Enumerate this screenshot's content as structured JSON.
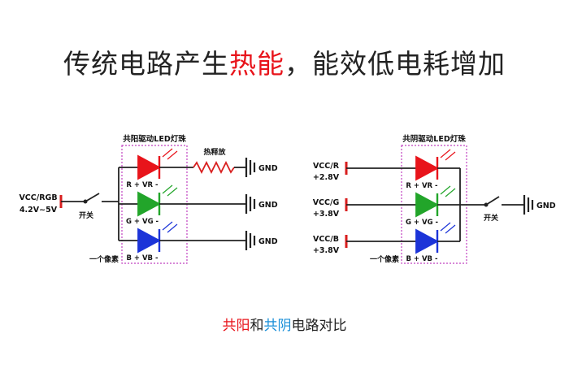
{
  "headline": {
    "part1": "传统电路产生",
    "emphasis": "热能",
    "part2": "，能效低电耗增加",
    "emphasis_color": "#e8141b"
  },
  "caption": {
    "common_anode": "共阳",
    "and": "和",
    "common_cathode": "共阴",
    "rest": "电路对比",
    "common_anode_color": "#e8141b",
    "common_cathode_color": "#1a8fd8"
  },
  "left_circuit": {
    "title": "共阳驱动LED灯珠",
    "supply_label_1": "VCC/RGB",
    "supply_label_2": "4.2V~5V",
    "switch_label": "开关",
    "resistor_label": "热释放",
    "pixel_label": "一个像素",
    "gnd_labels": [
      "GND",
      "GND",
      "GND"
    ],
    "leds": [
      {
        "label": "R + VR -",
        "color": "#e8141b"
      },
      {
        "label": "G + VG -",
        "color": "#22a52a"
      },
      {
        "label": "B + VB -",
        "color": "#1c34d8"
      }
    ]
  },
  "right_circuit": {
    "title": "共阴驱动LED灯珠",
    "supplies": [
      {
        "name": "VCC/R",
        "voltage": "+2.8V"
      },
      {
        "name": "VCC/G",
        "voltage": "+3.8V"
      },
      {
        "name": "VCC/B",
        "voltage": "+3.8V"
      }
    ],
    "switch_label": "开关",
    "gnd_label": "GND",
    "pixel_label": "一个像素",
    "leds": [
      {
        "label": "R + VR -",
        "color": "#e8141b"
      },
      {
        "label": "G + VG -",
        "color": "#22a52a"
      },
      {
        "label": "B + VB -",
        "color": "#1c34d8"
      }
    ]
  },
  "colors": {
    "wire": "#222222",
    "pixel_box": "#c040c0",
    "terminal": "#d81e1e",
    "resistor": "#d81e1e"
  }
}
